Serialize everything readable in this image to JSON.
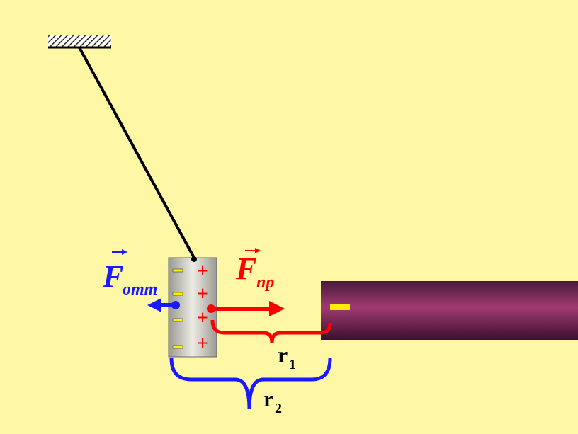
{
  "colors": {
    "background": "#fdf7a6",
    "attraction": "#ff0000",
    "repulsion": "#1a1aff",
    "negative_charge": "#ffee00",
    "positive_charge": "#ff0000",
    "rod": "#7a2a5a",
    "sleeve": "#c8c8c0",
    "thread": "#000000"
  },
  "labels": {
    "force_repulsion_symbol": "F",
    "force_repulsion_sub": "отт",
    "force_attraction_symbol": "F",
    "force_attraction_sub": "пр",
    "distance_near_main": "r",
    "distance_near_sub": "1",
    "distance_far_main": "r",
    "distance_far_sub": "2"
  },
  "charges": {
    "sleeve_left": [
      "-",
      "-",
      "-",
      "-"
    ],
    "sleeve_right": [
      "+",
      "+",
      "+",
      "+"
    ],
    "rod_tip": "-"
  },
  "icons": {
    "support": "hatched-ceiling-mount",
    "vector_arrow": "over-arrow"
  }
}
